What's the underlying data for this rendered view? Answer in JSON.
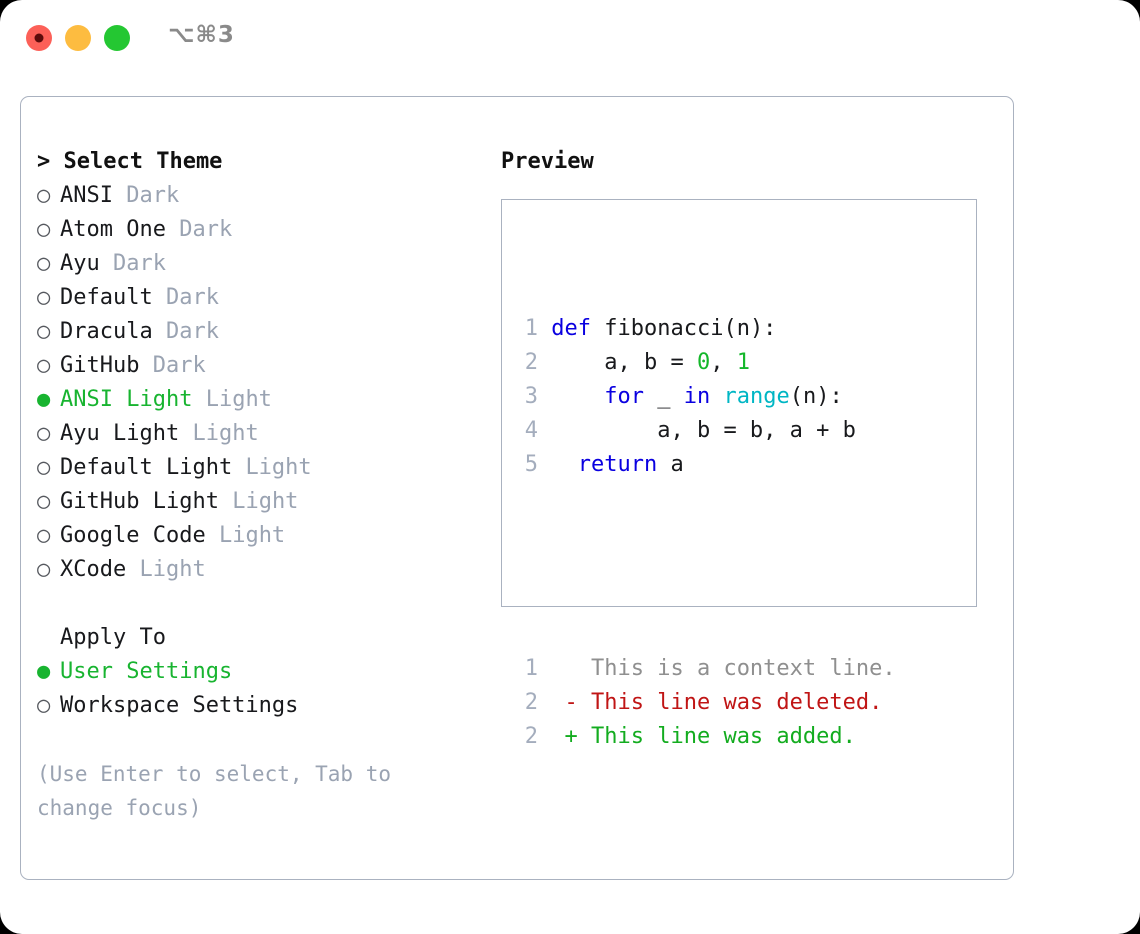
{
  "window": {
    "title": "⌥⌘3",
    "traffic_lights": [
      {
        "name": "close",
        "color": "#fc6058"
      },
      {
        "name": "minimize",
        "color": "#fdbc40"
      },
      {
        "name": "maximize",
        "color": "#24c732"
      }
    ]
  },
  "theme_picker": {
    "header": "> Select Theme",
    "header_caret": ">",
    "header_label": "Select Theme",
    "items": [
      {
        "bullet": "○",
        "name": "ANSI",
        "kind": "Dark",
        "selected": false
      },
      {
        "bullet": "○",
        "name": "Atom One",
        "kind": "Dark",
        "selected": false
      },
      {
        "bullet": "○",
        "name": "Ayu",
        "kind": "Dark",
        "selected": false
      },
      {
        "bullet": "○",
        "name": "Default",
        "kind": "Dark",
        "selected": false
      },
      {
        "bullet": "○",
        "name": "Dracula",
        "kind": "Dark",
        "selected": false
      },
      {
        "bullet": "○",
        "name": "GitHub",
        "kind": "Dark",
        "selected": false
      },
      {
        "bullet": "●",
        "name": "ANSI Light",
        "kind": "Light",
        "selected": true
      },
      {
        "bullet": "○",
        "name": "Ayu Light",
        "kind": "Light",
        "selected": false
      },
      {
        "bullet": "○",
        "name": "Default Light",
        "kind": "Light",
        "selected": false
      },
      {
        "bullet": "○",
        "name": "GitHub Light",
        "kind": "Light",
        "selected": false
      },
      {
        "bullet": "○",
        "name": "Google Code",
        "kind": "Light",
        "selected": false
      },
      {
        "bullet": "○",
        "name": "XCode",
        "kind": "Light",
        "selected": false
      }
    ]
  },
  "apply_to": {
    "label": "Apply To",
    "items": [
      {
        "bullet": "●",
        "name": "User Settings",
        "selected": true
      },
      {
        "bullet": "○",
        "name": "Workspace Settings",
        "selected": false
      }
    ]
  },
  "hint": "(Use Enter to select, Tab to change focus)",
  "preview": {
    "title": "Preview",
    "code_lines": [
      {
        "num": "1",
        "indent": "",
        "tokens": [
          {
            "t": "def",
            "c": "kw"
          },
          {
            "t": " fibonacci(n):",
            "c": "txt"
          }
        ]
      },
      {
        "num": "2",
        "indent": "    ",
        "tokens": [
          {
            "t": "a, b = ",
            "c": "txt"
          },
          {
            "t": "0",
            "c": "num"
          },
          {
            "t": ", ",
            "c": "txt"
          },
          {
            "t": "1",
            "c": "num"
          }
        ]
      },
      {
        "num": "3",
        "indent": "    ",
        "tokens": [
          {
            "t": "for",
            "c": "kw"
          },
          {
            "t": " _ ",
            "c": "txt"
          },
          {
            "t": "in",
            "c": "kw"
          },
          {
            "t": " ",
            "c": "txt"
          },
          {
            "t": "range",
            "c": "fn"
          },
          {
            "t": "(n):",
            "c": "txt"
          }
        ]
      },
      {
        "num": "4",
        "indent": "        ",
        "tokens": [
          {
            "t": "a, b = b, a + b",
            "c": "txt"
          }
        ]
      },
      {
        "num": "5",
        "indent": "  ",
        "tokens": [
          {
            "t": "return",
            "c": "kw"
          },
          {
            "t": " a",
            "c": "txt"
          }
        ]
      }
    ],
    "diff_lines": [
      {
        "num": "1",
        "marker": " ",
        "text": "This is a context line.",
        "kind": "ctx"
      },
      {
        "num": "2",
        "marker": "-",
        "text": "This line was deleted.",
        "kind": "del"
      },
      {
        "num": "2",
        "marker": "+",
        "text": "This line was added.",
        "kind": "add"
      }
    ]
  },
  "colors": {
    "accent_green": "#18b430",
    "muted": "#9aa3b2",
    "border": "#aab2c0",
    "keyword_blue": "#0a00e0",
    "function_cyan": "#00b6c4",
    "number_green": "#14b72a",
    "diff_deleted": "#c01515",
    "diff_added": "#13ac1f",
    "line_number": "#a4adbd"
  }
}
